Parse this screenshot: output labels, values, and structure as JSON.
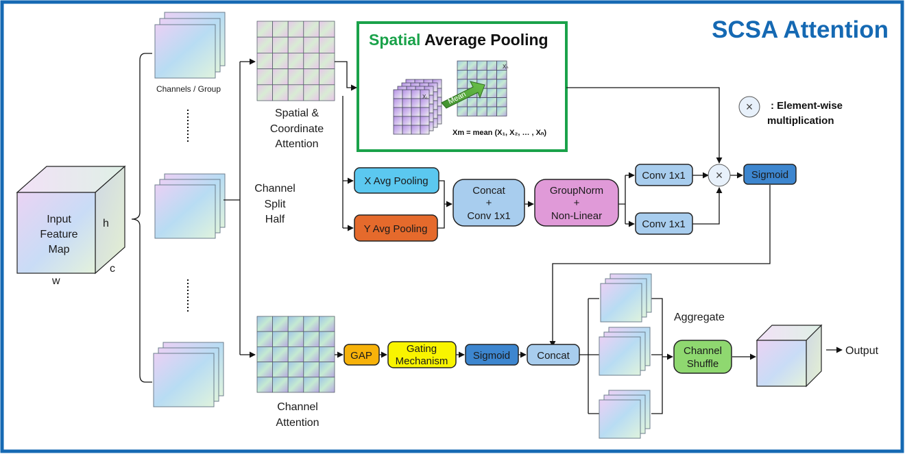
{
  "title": "SCSA Attention",
  "colors": {
    "frame": "#1569b3",
    "spatial_green": "#1aa24a",
    "x_pool": "#5bc8f0",
    "y_pool": "#e56a2c",
    "light_blue": "#a8cdee",
    "group_norm": "#e09ad8",
    "sigmoid": "#3d86cf",
    "gap": "#f7b20a",
    "gating": "#f9f400",
    "shuffle": "#8fd870"
  },
  "input": {
    "line1": "Input",
    "line2": "Feature",
    "line3": "Map",
    "h": "h",
    "w": "w",
    "c": "c"
  },
  "labels": {
    "channels_group": "Channels / Group",
    "channel_split": [
      "Channel",
      "Split",
      "Half"
    ],
    "spatial_coord": [
      "Spatial &",
      "Coordinate",
      "Attention"
    ],
    "channel_attention": [
      "Channel",
      "Attention"
    ],
    "aggregate": "Aggregate",
    "output": "Output"
  },
  "pooling_panel": {
    "title_highlight": "Spatial",
    "title_rest": " Average Pooling",
    "mean_arrow": "Mean",
    "x1": "X₁",
    "xn": "Xₙ",
    "formula": "Xm = mean (X₁, X₂, … , Xₙ)"
  },
  "legend": {
    "symbol": "×",
    "line1": ": Element-wise",
    "line2": "multiplication"
  },
  "blocks": {
    "x_avg": "X Avg Pooling",
    "y_avg": "Y Avg Pooling",
    "concat_top": [
      "Concat",
      "+",
      "Conv 1x1"
    ],
    "group_norm": [
      "GroupNorm",
      "+",
      "Non-Linear"
    ],
    "conv_top": "Conv 1x1",
    "conv_bottom": "Conv 1x1",
    "multiply": "×",
    "sigmoid_top": "Sigmoid",
    "gap": "GAP",
    "gating": [
      "Gating",
      "Mechanism"
    ],
    "sigmoid_bottom": "Sigmoid",
    "concat_bottom": "Concat",
    "shuffle": [
      "Channel",
      "Shuffle"
    ]
  }
}
